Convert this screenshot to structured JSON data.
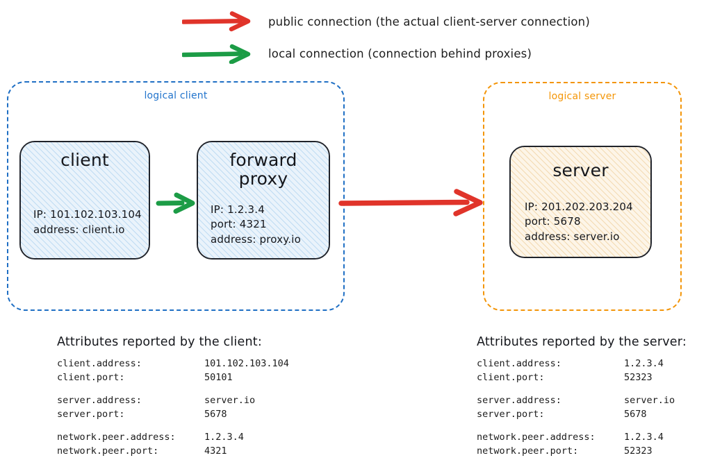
{
  "legend": {
    "items": [
      {
        "icon": "red-arrow-icon",
        "color": "#e0342a",
        "label": "public connection (the actual client-server connection)"
      },
      {
        "icon": "green-arrow-icon",
        "color": "#1c9c46",
        "label": "local connection (connection behind proxies)"
      }
    ]
  },
  "logical_client": {
    "title": "logical client",
    "border_color": "#1f6fc4",
    "nodes": {
      "client": {
        "title": "client",
        "lines": [
          "IP: 101.102.103.104",
          "address: client.io"
        ],
        "fill_color": "#e8f2fb",
        "hatch_color": "#b9d8f2"
      },
      "forward_proxy": {
        "title": "forward\nproxy",
        "lines": [
          "IP: 1.2.3.4",
          "port: 4321",
          "address: proxy.io"
        ],
        "fill_color": "#e8f2fb",
        "hatch_color": "#b9d8f2"
      }
    }
  },
  "logical_server": {
    "title": "logical server",
    "border_color": "#f39508",
    "nodes": {
      "server": {
        "title": "server",
        "lines": [
          "IP: 201.202.203.204",
          "port: 5678",
          "address: server.io"
        ],
        "fill_color": "#fdf4e6",
        "hatch_color": "#f0d4a8"
      }
    }
  },
  "arrows": {
    "local_client_to_proxy": {
      "type": "local",
      "color": "#1c9c46"
    },
    "public_proxy_to_server": {
      "type": "public",
      "color": "#e0342a"
    }
  },
  "attributes_client": {
    "heading": "Attributes reported by the client:",
    "groups": [
      [
        {
          "key": "client.address:",
          "value": "101.102.103.104"
        },
        {
          "key": "client.port:",
          "value": "50101"
        }
      ],
      [
        {
          "key": "server.address:",
          "value": "server.io"
        },
        {
          "key": "server.port:",
          "value": "5678"
        }
      ],
      [
        {
          "key": "network.peer.address:",
          "value": "1.2.3.4"
        },
        {
          "key": "network.peer.port:",
          "value": "4321"
        }
      ]
    ]
  },
  "attributes_server": {
    "heading": "Attributes reported by the server:",
    "groups": [
      [
        {
          "key": "client.address:",
          "value": "1.2.3.4"
        },
        {
          "key": "client.port:",
          "value": "52323"
        }
      ],
      [
        {
          "key": "server.address:",
          "value": "server.io"
        },
        {
          "key": "server.port:",
          "value": "5678"
        }
      ],
      [
        {
          "key": "network.peer.address:",
          "value": "1.2.3.4"
        },
        {
          "key": "network.peer.port:",
          "value": "52323"
        }
      ]
    ]
  }
}
